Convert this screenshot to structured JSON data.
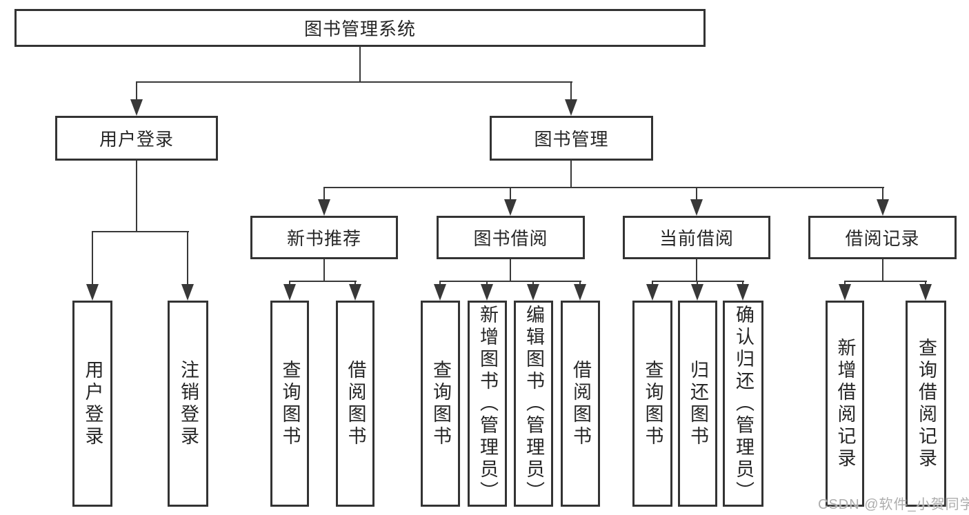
{
  "title": "图书管理系统",
  "watermark": "CSDN @软件_小贺同学",
  "colors": {
    "line": "#383838",
    "border": "#333333",
    "text": "#262626",
    "background": "#ffffff",
    "watermark": "#adadad"
  },
  "nodes": {
    "root": {
      "label": "图书管理系统"
    },
    "user_login": {
      "label": "用户登录",
      "children": {
        "login": "用户登录",
        "logout": "注销登录"
      }
    },
    "book_management": {
      "label": "图书管理",
      "children": {
        "new_book_recommend": {
          "label": "新书推荐",
          "children": {
            "query_book": "查询图书",
            "borrow_book": "借阅图书"
          }
        },
        "book_borrow": {
          "label": "图书借阅",
          "children": {
            "query_book": "查询图书",
            "add_book": "新增图书（管理员）",
            "edit_book": "编辑图书（管理员）",
            "borrow_book": "借阅图书"
          }
        },
        "current_borrow": {
          "label": "当前借阅",
          "children": {
            "query_book": "查询图书",
            "return_book": "归还图书",
            "confirm_return": "确认归还（管理员）"
          }
        },
        "borrow_records": {
          "label": "借阅记录",
          "children": {
            "add_record": "新增借阅记录",
            "query_record": "查询借阅记录"
          }
        }
      }
    }
  }
}
